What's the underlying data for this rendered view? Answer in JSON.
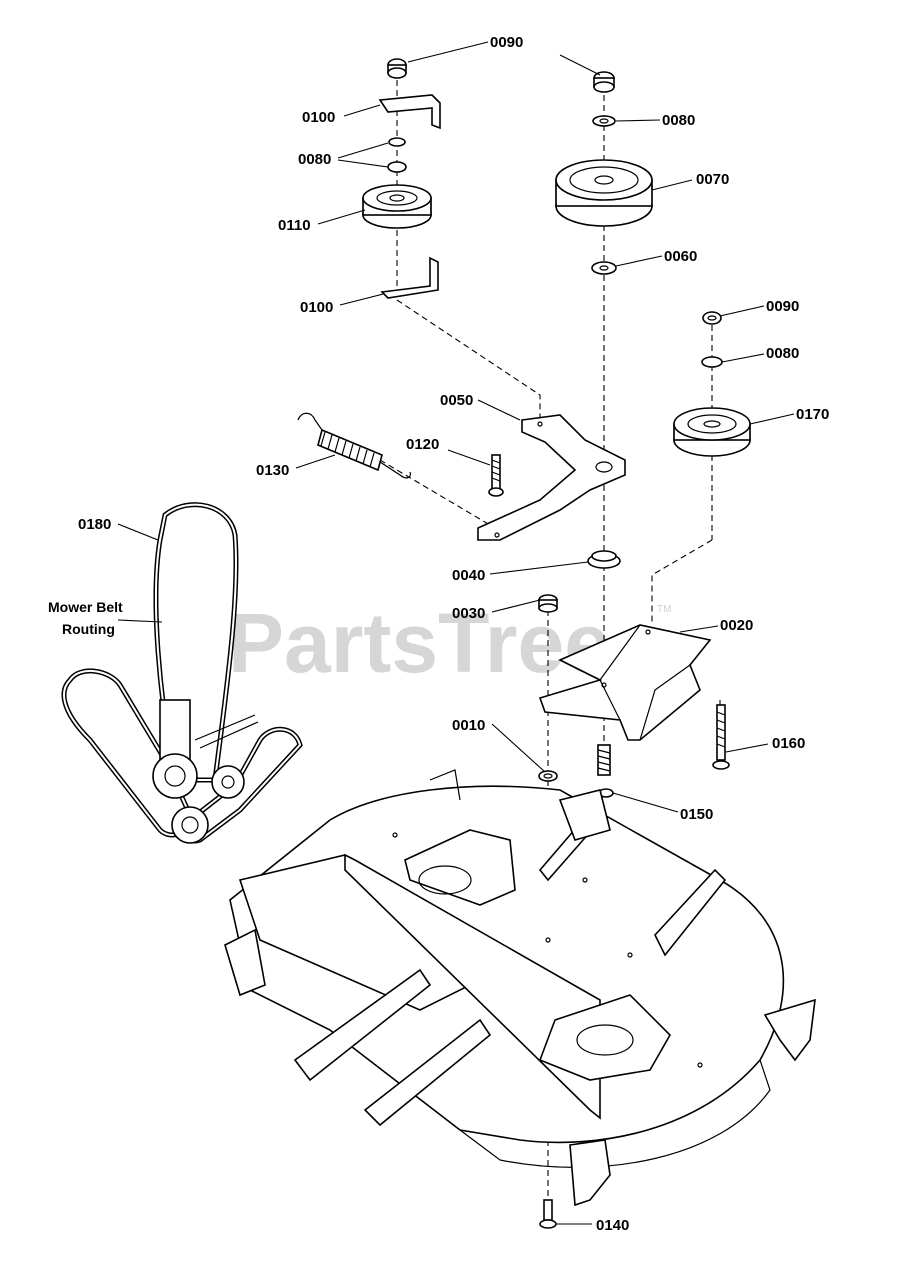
{
  "watermark": "PartsTree",
  "watermark_tm": "TM",
  "caption": {
    "line1": "Mower Belt",
    "line2": "Routing"
  },
  "callouts": [
    "0090",
    "0100",
    "0080",
    "0110",
    "0100",
    "0090",
    "0080",
    "0070",
    "0060",
    "0090",
    "0080",
    "0170",
    "0050",
    "0120",
    "0130",
    "0180",
    "0040",
    "0030",
    "0020",
    "0010",
    "0160",
    "0150",
    "0140"
  ]
}
